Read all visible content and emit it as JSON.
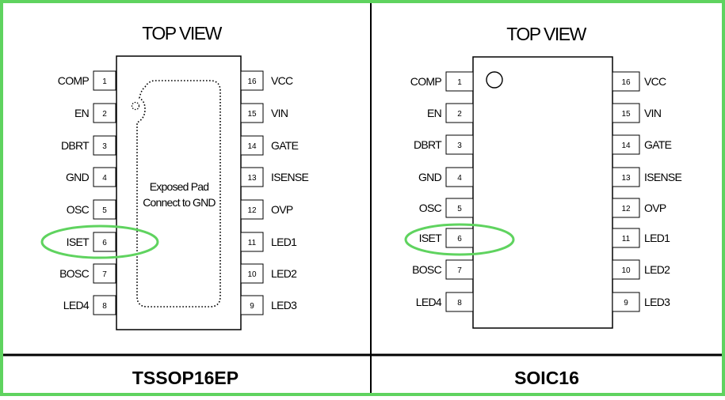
{
  "border_color": "#5fd35f",
  "highlight_color": "#5fd35f",
  "packages": [
    {
      "title": "TOP VIEW",
      "name": "TSSOP16EP",
      "pad_text": [
        "Exposed Pad",
        "Connect to GND"
      ],
      "left_pins": [
        {
          "num": "1",
          "label": "COMP"
        },
        {
          "num": "2",
          "label": "EN"
        },
        {
          "num": "3",
          "label": "DBRT"
        },
        {
          "num": "4",
          "label": "GND"
        },
        {
          "num": "5",
          "label": "OSC"
        },
        {
          "num": "6",
          "label": "ISET"
        },
        {
          "num": "7",
          "label": "BOSC"
        },
        {
          "num": "8",
          "label": "LED4"
        }
      ],
      "right_pins": [
        {
          "num": "16",
          "label": "VCC"
        },
        {
          "num": "15",
          "label": "VIN"
        },
        {
          "num": "14",
          "label": "GATE"
        },
        {
          "num": "13",
          "label": "ISENSE"
        },
        {
          "num": "12",
          "label": "OVP"
        },
        {
          "num": "11",
          "label": "LED1"
        },
        {
          "num": "10",
          "label": "LED2"
        },
        {
          "num": "9",
          "label": "LED3"
        }
      ],
      "highlighted_pin": "ISET"
    },
    {
      "title": "TOP VIEW",
      "name": "SOIC16",
      "left_pins": [
        {
          "num": "1",
          "label": "COMP"
        },
        {
          "num": "2",
          "label": "EN"
        },
        {
          "num": "3",
          "label": "DBRT"
        },
        {
          "num": "4",
          "label": "GND"
        },
        {
          "num": "5",
          "label": "OSC"
        },
        {
          "num": "6",
          "label": "ISET"
        },
        {
          "num": "7",
          "label": "BOSC"
        },
        {
          "num": "8",
          "label": "LED4"
        }
      ],
      "right_pins": [
        {
          "num": "16",
          "label": "VCC"
        },
        {
          "num": "15",
          "label": "VIN"
        },
        {
          "num": "14",
          "label": "GATE"
        },
        {
          "num": "13",
          "label": "ISENSE"
        },
        {
          "num": "12",
          "label": "OVP"
        },
        {
          "num": "11",
          "label": "LED1"
        },
        {
          "num": "10",
          "label": "LED2"
        },
        {
          "num": "9",
          "label": "LED3"
        }
      ],
      "highlighted_pin": "ISET"
    }
  ]
}
